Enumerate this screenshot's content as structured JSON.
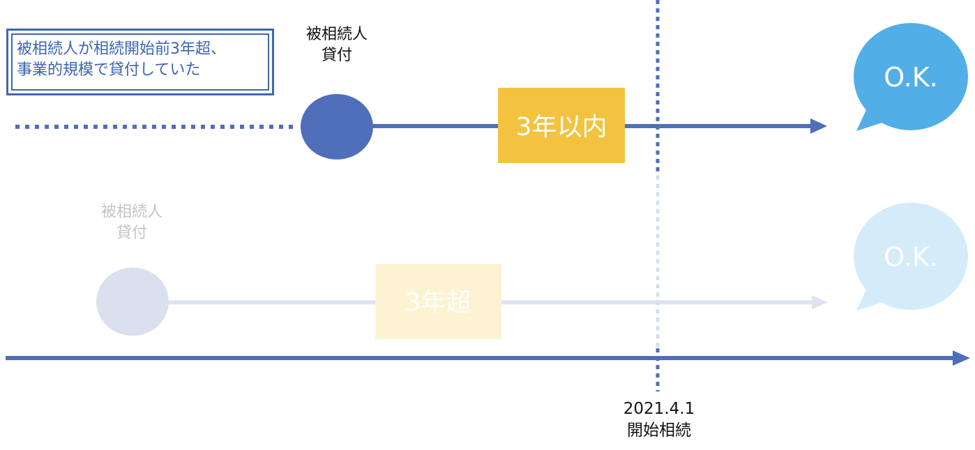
{
  "note": {
    "line1": "被相続人が相続開始前3年超、",
    "line2": "事業的規模で貸付していた"
  },
  "rows": {
    "active": {
      "lender_line1": "被相続人",
      "lender_line2": "貸付",
      "period": "3年以内",
      "result": "O.K."
    },
    "faded": {
      "lender_line1": "被相続人",
      "lender_line2": "貸付",
      "period": "3年超",
      "result": "O.K."
    }
  },
  "cutoff": {
    "date": "2021.4.1",
    "label": "開始相続"
  },
  "colors": {
    "line_blue": "#4f6fba",
    "circle_blue": "#4f6fba",
    "box_yellow": "#f3c340",
    "bubble_blue": "#52aee6",
    "faded_circle": "#dbe0ef",
    "faded_line": "#dde3f1",
    "faded_box": "#fdf3d2",
    "faded_bubble": "#d4ebfa"
  }
}
